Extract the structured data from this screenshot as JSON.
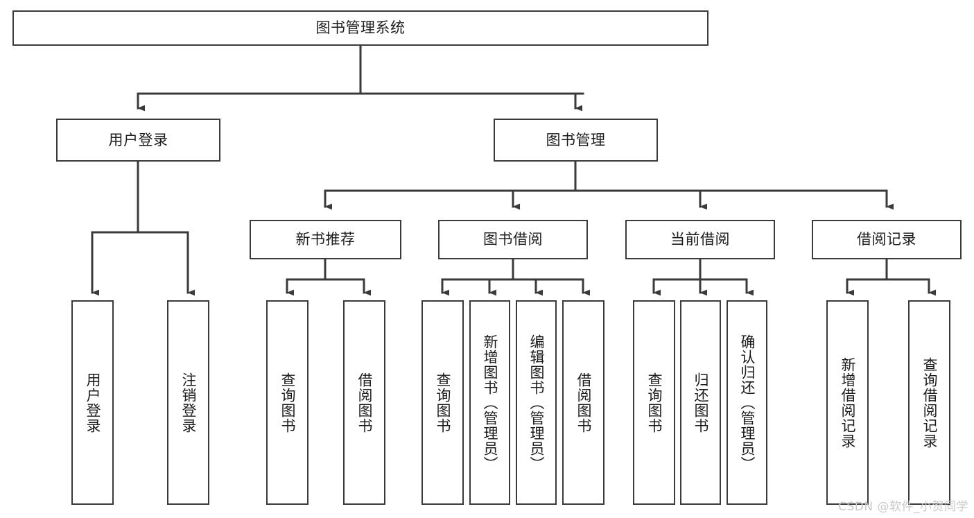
{
  "diagram": {
    "title": "图书管理系统",
    "watermark": "CSDN @软件_小贺同学",
    "colors": {
      "border": "#3a3a3a",
      "text": "#1c1c1c",
      "background": "#ffffff",
      "connector": "#3a3a3a",
      "watermark": "#c9c9c9"
    },
    "root": {
      "label": "图书管理系统"
    },
    "level2": [
      {
        "id": "user-login",
        "label": "用户登录"
      },
      {
        "id": "book-manage",
        "label": "图书管理"
      }
    ],
    "level3": [
      {
        "id": "new-book-recommend",
        "label": "新书推荐",
        "parent": "book-manage"
      },
      {
        "id": "book-borrow",
        "label": "图书借阅",
        "parent": "book-manage"
      },
      {
        "id": "current-borrow",
        "label": "当前借阅",
        "parent": "book-manage"
      },
      {
        "id": "borrow-record",
        "label": "借阅记录",
        "parent": "book-manage"
      }
    ],
    "leaves": [
      {
        "id": "leaf-user-login",
        "label": "用户登录",
        "parent": "user-login"
      },
      {
        "id": "leaf-user-logout",
        "label": "注销登录",
        "parent": "user-login"
      },
      {
        "id": "leaf-query-book-1",
        "label": "查询图书",
        "parent": "new-book-recommend"
      },
      {
        "id": "leaf-borrow-book-1",
        "label": "借阅图书",
        "parent": "new-book-recommend"
      },
      {
        "id": "leaf-query-book-2",
        "label": "查询图书",
        "parent": "book-borrow"
      },
      {
        "id": "leaf-add-book",
        "label": "新增图书（管理员）",
        "parent": "book-borrow"
      },
      {
        "id": "leaf-edit-book",
        "label": "编辑图书（管理员）",
        "parent": "book-borrow"
      },
      {
        "id": "leaf-borrow-book-2",
        "label": "借阅图书",
        "parent": "book-borrow"
      },
      {
        "id": "leaf-query-book-3",
        "label": "查询图书",
        "parent": "current-borrow"
      },
      {
        "id": "leaf-return-book",
        "label": "归还图书",
        "parent": "current-borrow"
      },
      {
        "id": "leaf-confirm-return",
        "label": "确认归还（管理员）",
        "parent": "current-borrow"
      },
      {
        "id": "leaf-add-record",
        "label": "新增借阅记录",
        "parent": "borrow-record"
      },
      {
        "id": "leaf-query-record",
        "label": "查询借阅记录",
        "parent": "borrow-record"
      }
    ]
  }
}
